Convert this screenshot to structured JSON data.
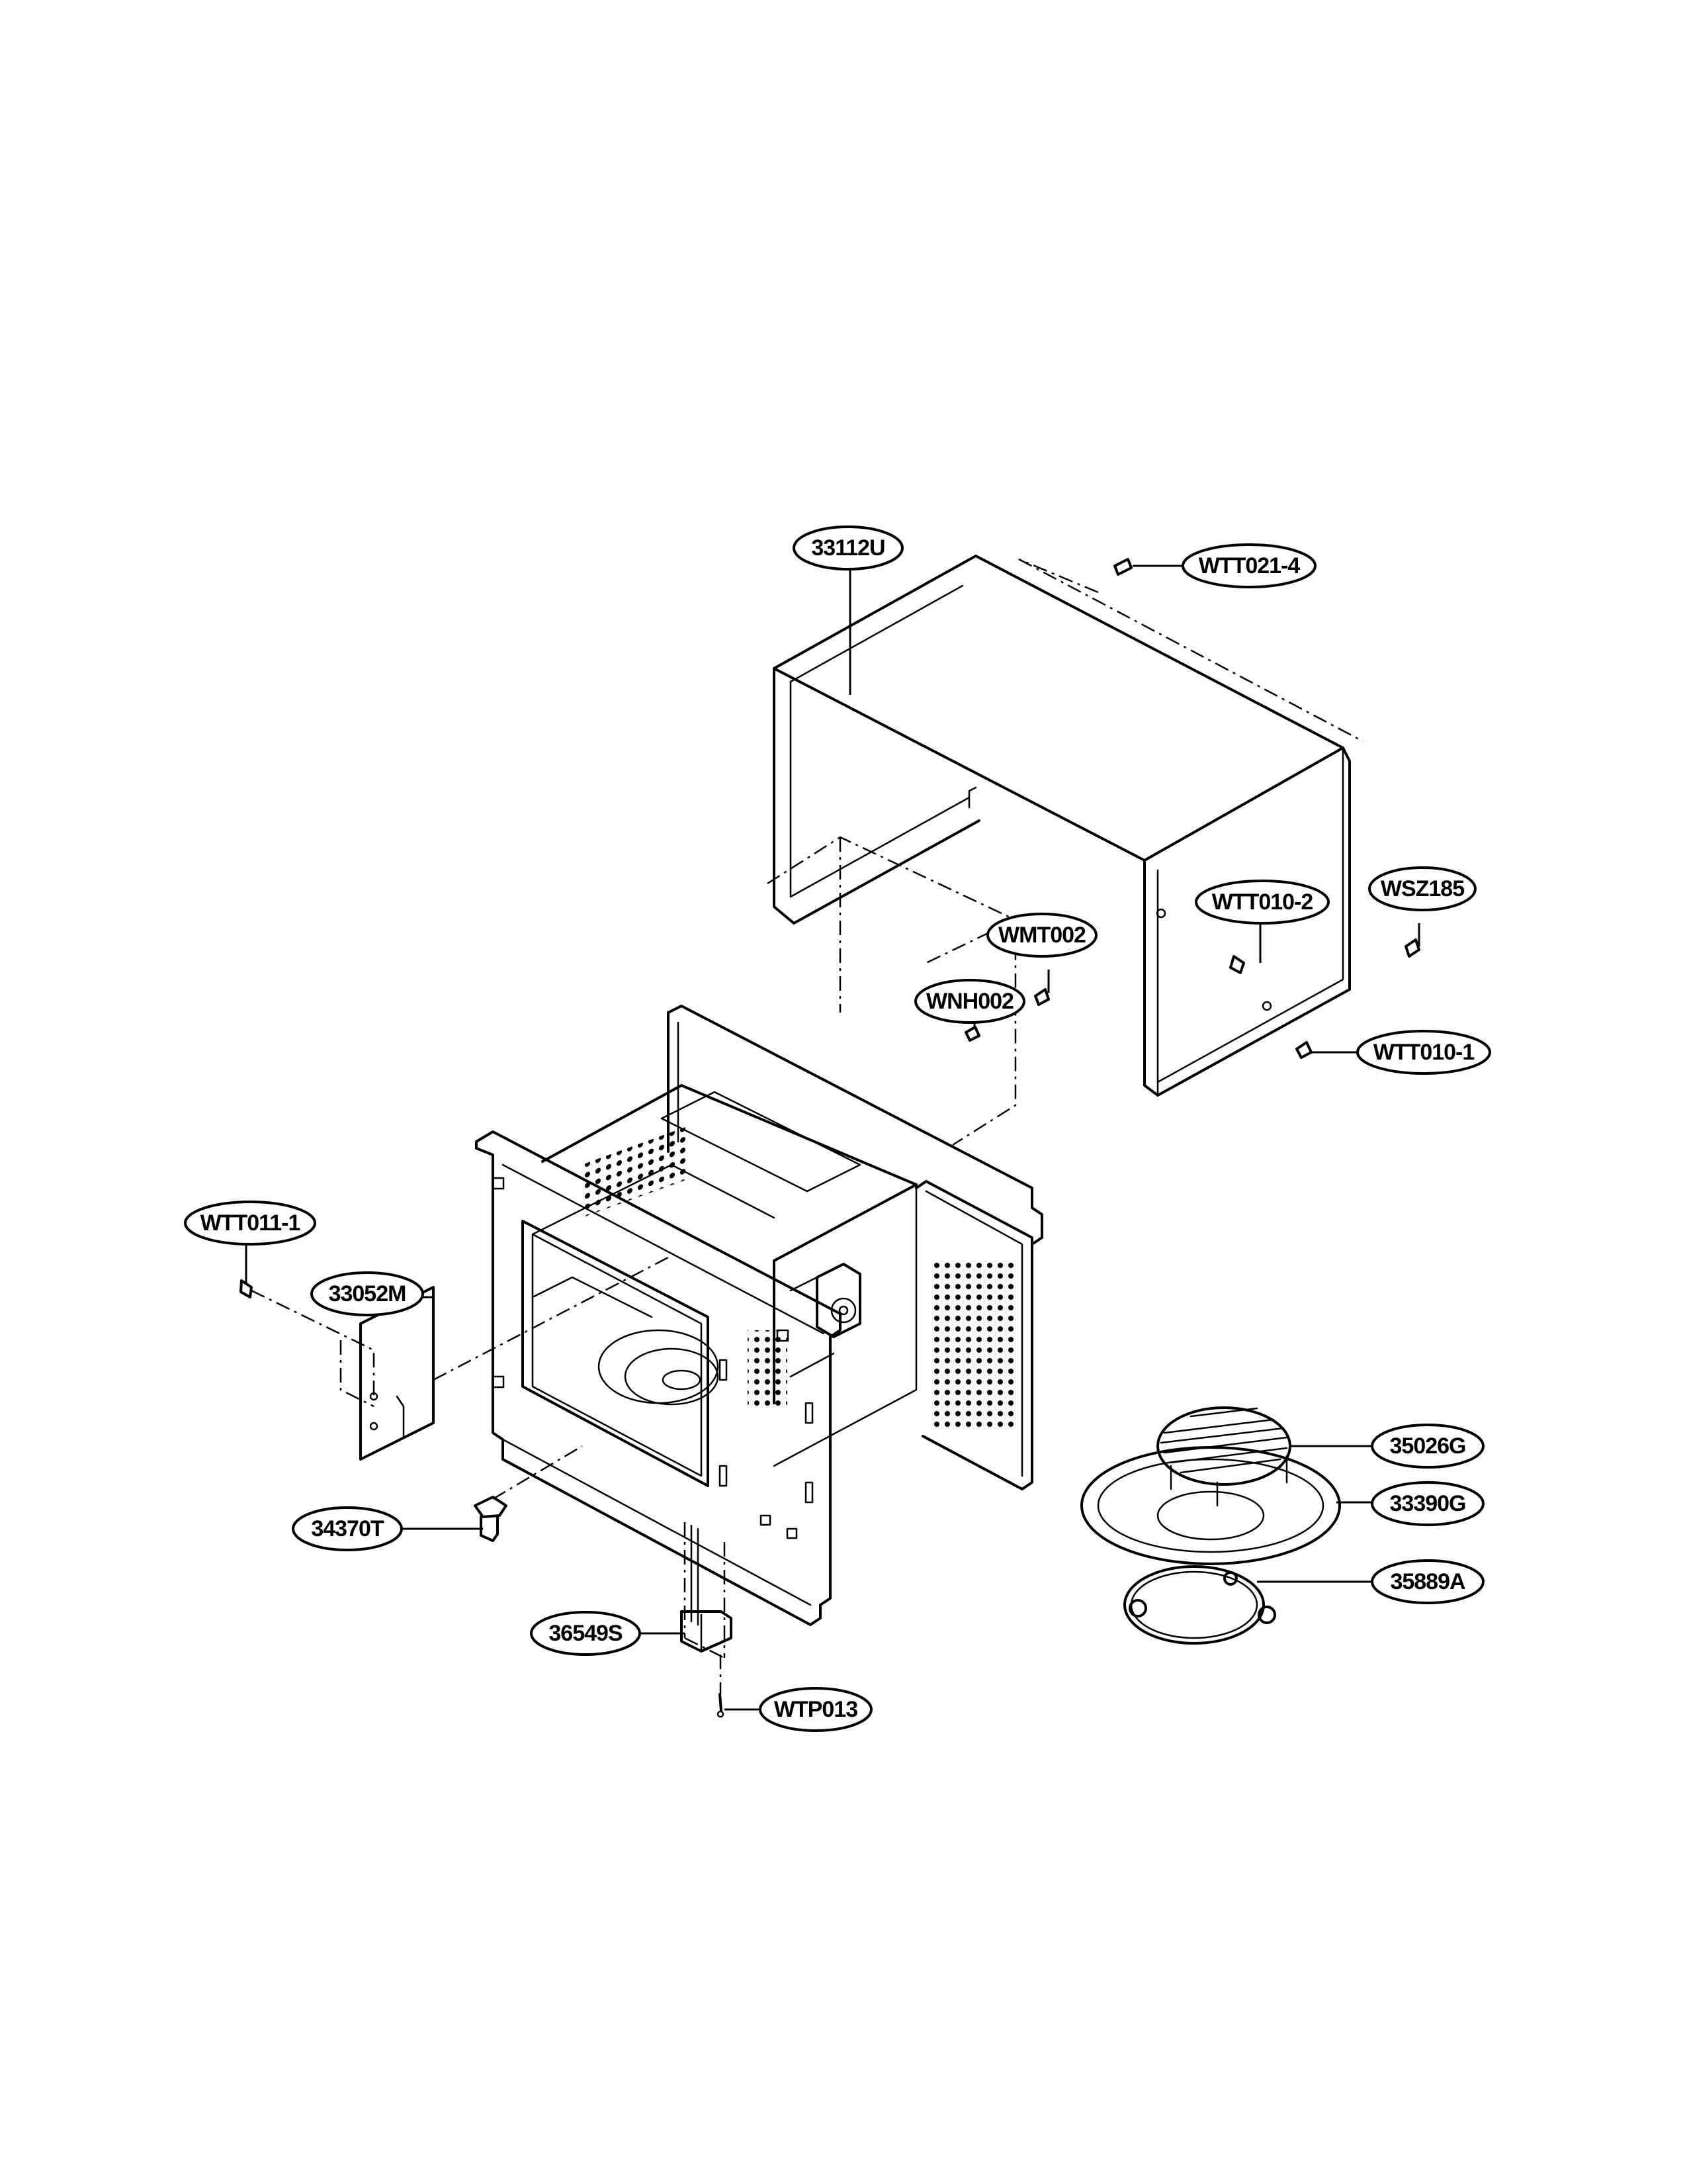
{
  "diagram": {
    "callouts": {
      "cabinet": "33112U",
      "screw_top_rear": "WTT021-4",
      "screw_side_upper": "WTT010-2",
      "screw_rear": "WSZ185",
      "screw_motor_mount": "WMT002",
      "nut": "WNH002",
      "screw_side_lower": "WTT010-1",
      "screw_cover": "WTT011-1",
      "waveguide_cover": "33052M",
      "coupler": "34370T",
      "turntable_motor": "36549S",
      "screw_motor": "WTP013",
      "rack": "35026G",
      "tray": "33390G",
      "roller_ring": "35889A"
    }
  }
}
